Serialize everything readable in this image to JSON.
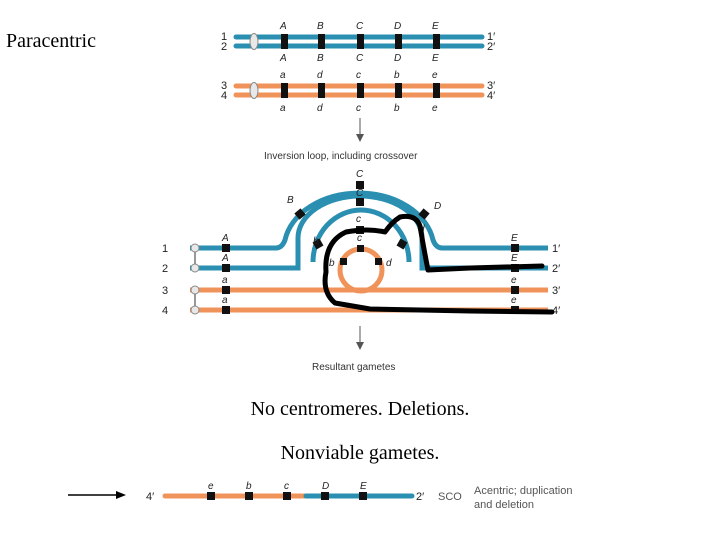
{
  "slide": {
    "title": "Paracentric",
    "caption_line1": "No centromeres. Deletions.",
    "caption_line2": "Nonviable gametes."
  },
  "colors": {
    "blue": "#2a8fb0",
    "orange": "#f0935a",
    "band": "#111111",
    "annotation": "#000000"
  },
  "top_pairing": {
    "blue_genes": [
      "A",
      "B",
      "C",
      "D",
      "E"
    ],
    "orange_genes": [
      "a",
      "d",
      "c",
      "b",
      "e"
    ],
    "strand_left": [
      "1",
      "2",
      "3",
      "4"
    ],
    "strand_right": [
      "1′",
      "2′",
      "3′",
      "4′"
    ]
  },
  "arrow1_label": "Inversion loop, including crossover",
  "loop": {
    "strand_left": [
      "1",
      "2",
      "3",
      "4"
    ],
    "strand_right": [
      "1′",
      "2′",
      "3′",
      "4′"
    ],
    "left_genes": [
      "A",
      "A",
      "a",
      "a"
    ],
    "right_genes": [
      "E",
      "E",
      "e",
      "e"
    ],
    "outer_arc": [
      "B",
      "C",
      "D"
    ],
    "middle_arc": [
      "C"
    ],
    "inner_arc": [
      "b",
      "c",
      "d"
    ],
    "orange_circle": [
      "b",
      "c",
      "d"
    ]
  },
  "arrow2_label": "Resultant gametes",
  "gamete": {
    "left_label": "4′",
    "genes": [
      "e",
      "b",
      "c",
      "D",
      "E"
    ],
    "right_label": "2′",
    "tag": "SCO",
    "note_line1": "Acentric; duplication",
    "note_line2": "and deletion"
  }
}
